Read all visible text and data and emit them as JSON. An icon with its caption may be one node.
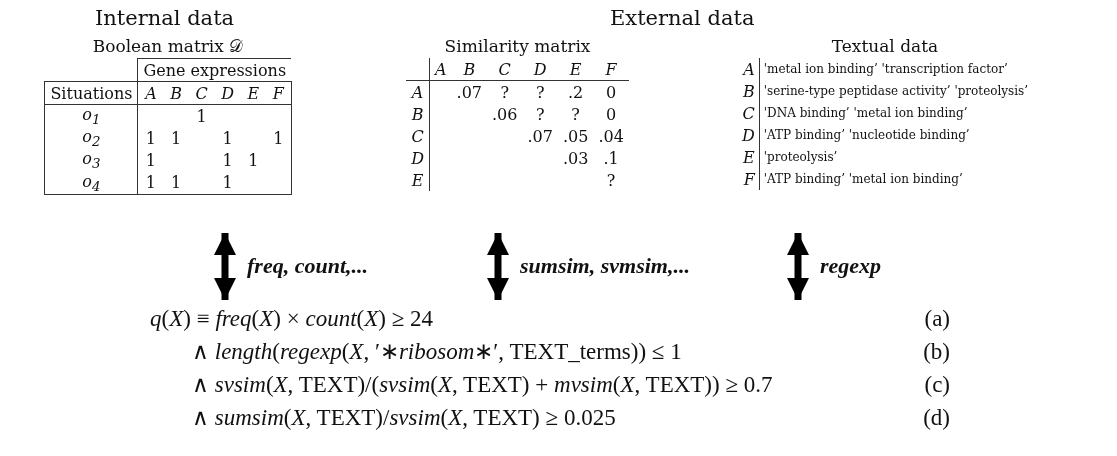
{
  "diagram": {
    "nodes": [
      {
        "text": [
          "Boolean matrix 𝒟"
        ]
      },
      {
        "text": [
          "Similarity matrix"
        ]
      },
      {
        "text": [
          "Textual data"
        ]
      },
      {
        "text": [
          "*q*(*X*) ≡ *freq*(*X*) × *count*(*X*) ≥ 24",
          "∧ *length*(*regexp*(*X*, ′∗*ribosom*∗′, TEXT_terms)) ≤ 1",
          "∧ *svsim*(*X*, TEXT)/(*svsim*(*X*, TEXT) + *mvsim*(*X*, TEXT)) ≥ 0.7",
          "∧ *sumsim*(*X*, TEXT)/*svsim*(*X*, TEXT) ≥ 0.025"
        ]
      }
    ],
    "edges": [
      {
        "from": 0,
        "to": 3,
        "arrow": "both",
        "label": "freq, count,..."
      },
      {
        "from": 1,
        "to": 3,
        "arrow": "both",
        "label": "sumsim, svmsim,..."
      },
      {
        "from": 2,
        "to": 3,
        "arrow": "both",
        "label": "regexp"
      }
    ],
    "labels": [
      "Internal data",
      "External data",
      "Gene expressions",
      "Situations",
      "A",
      "B",
      "C",
      "D",
      "E",
      "F",
      "o$_{1}$",
      "1",
      "o$_{2}$",
      "1",
      "1",
      "1",
      "1",
      "o$_{3}$",
      "1",
      "1",
      "1",
      "o$_{4}$",
      "1",
      "1",
      "1",
      "A",
      "B",
      "C",
      "D",
      "E",
      "F",
      "A",
      ".07",
      "?",
      "?",
      ".2",
      "0",
      "B",
      ".06",
      "?",
      "?",
      "0",
      "C",
      ".07",
      ".05",
      ".04",
      "D",
      ".03",
      ".1",
      "E",
      "?",
      "A",
      "'metal ion binding’ 'transcription factor’",
      "B",
      "'serine-type peptidase activity’ 'proteolysis’",
      "C",
      "'DNA binding’ 'metal ion binding’",
      "D",
      "'ATP binding’ 'nucleotide binding’",
      "E",
      "'proteolysis’",
      "F",
      "'ATP binding’ 'metal ion binding’",
      "(a)",
      "(b)",
      "(c)",
      "(d)"
    ]
  }
}
